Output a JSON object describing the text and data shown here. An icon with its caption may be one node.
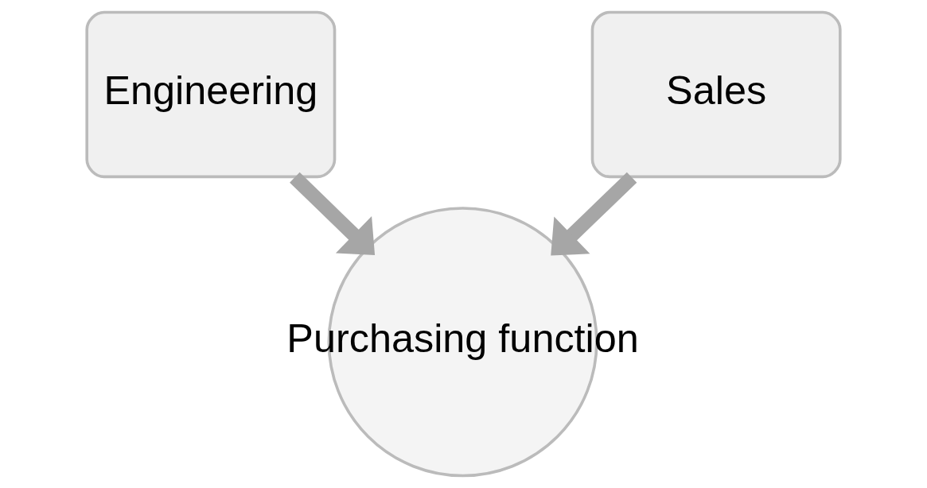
{
  "diagram": {
    "nodes": [
      {
        "text": [
          "Engineering"
        ]
      },
      {
        "text": [
          "Sales"
        ]
      },
      {
        "text": [
          "Purchasing function"
        ]
      }
    ],
    "edges": [
      {
        "from": 0,
        "to": 2,
        "arrow": "to"
      },
      {
        "from": 1,
        "to": 2,
        "arrow": "to"
      }
    ]
  }
}
